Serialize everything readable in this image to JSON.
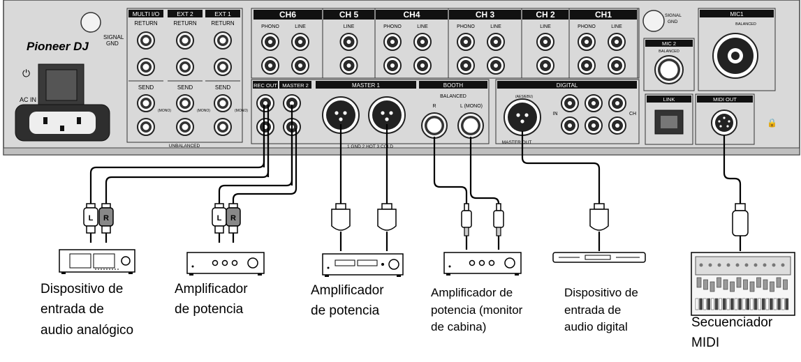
{
  "mixer": {
    "logo": "Pioneer DJ",
    "signal_gnd_left": [
      "SIGNAL",
      "GND"
    ],
    "signal_gnd_right": [
      "SIGNAL",
      "GND"
    ],
    "power_label": "AC IN",
    "sections": {
      "multi_io": "MULTI I/O",
      "ext2": "EXT 2",
      "ext1": "EXT 1",
      "return": "RETURN",
      "send": "SEND",
      "unbalanced": "UNBALANCED",
      "mono": "(MONO)",
      "ch6": "CH6",
      "ch5": "CH 5",
      "ch4": "CH4",
      "ch3": "CH 3",
      "ch2": "CH 2",
      "ch1": "CH1",
      "phono": "PHONO",
      "line": "LINE",
      "mic1": "MIC1",
      "mic2": "MIC 2",
      "balanced": "BALANCED",
      "rec_out": "REC OUT",
      "master2": "MASTER 2",
      "master1": "MASTER 1",
      "booth": "BOOTH",
      "booth_balanced": "BALANCED",
      "booth_r": "R",
      "booth_l_mono": "L (MONO)",
      "digital": "DIGITAL",
      "master_out": "MASTER OUT",
      "aes_ebu": "(AES/EBU)",
      "in": "IN",
      "ch": "CH",
      "link": "LINK",
      "midi_out": "MIDI OUT",
      "xlr_pinout": "1 GND  2 HOT  3 COLD"
    }
  },
  "devices": [
    {
      "id": "analog-input",
      "caption": [
        "Dispositivo de",
        "entrada de",
        "audio analógico"
      ]
    },
    {
      "id": "power-amp-1",
      "caption": [
        "Amplificador",
        "de potencia"
      ]
    },
    {
      "id": "power-amp-2",
      "caption": [
        "Amplificador",
        "de potencia"
      ]
    },
    {
      "id": "booth-amp",
      "caption": [
        "Amplificador de",
        "potencia (monitor",
        "de cabina)"
      ]
    },
    {
      "id": "digital-input",
      "caption": [
        "Dispositivo de",
        "entrada de",
        "audio digital"
      ]
    },
    {
      "id": "midi-sequencer",
      "caption": [
        "Secuenciador",
        "MIDI"
      ]
    }
  ],
  "plug_letters": {
    "left": "L",
    "right": "R"
  }
}
